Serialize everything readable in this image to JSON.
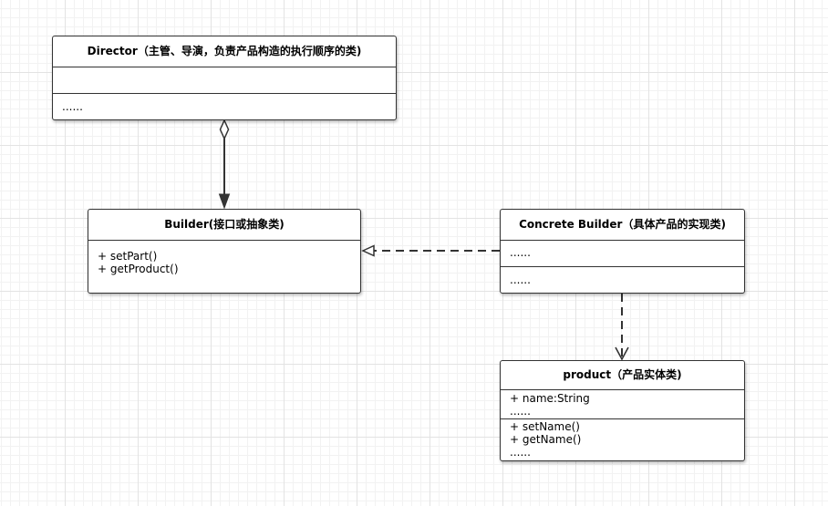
{
  "diagram": {
    "classes": {
      "director": {
        "name": "Director（主管、导演，负责产品构造的执行顺序的类)",
        "attributes": [],
        "methods": [
          "......"
        ]
      },
      "builder": {
        "name": "Builder(接口或抽象类)",
        "methods": [
          "+ setPart()",
          "+ getProduct()"
        ]
      },
      "concrete_builder": {
        "name": "Concrete Builder（具体产品的实现类)",
        "attributes": [
          "......"
        ],
        "methods": [
          "......"
        ]
      },
      "product": {
        "name": "product（产品实体类)",
        "attributes": [
          "+ name:String",
          "......"
        ],
        "methods": [
          "+ setName()",
          "+ getName()",
          "......"
        ]
      }
    },
    "relations": [
      {
        "type": "aggregation",
        "from": "director",
        "to": "builder"
      },
      {
        "type": "realization",
        "from": "concrete_builder",
        "to": "builder"
      },
      {
        "type": "dependency",
        "from": "concrete_builder",
        "to": "product"
      }
    ],
    "colors": {
      "stroke": "#333333",
      "grid": "#e3e3e3",
      "background": "#ffffff"
    }
  }
}
